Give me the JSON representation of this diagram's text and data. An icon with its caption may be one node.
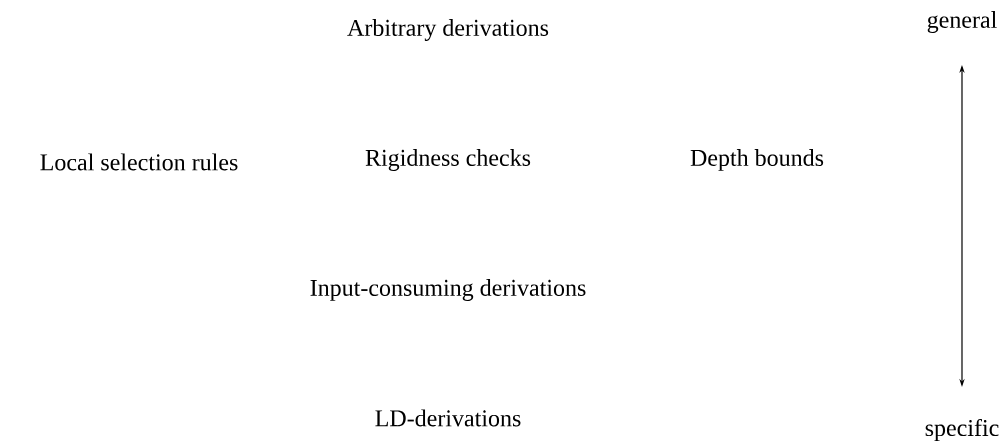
{
  "diagram": {
    "nodes": [
      {
        "text": [
          "Arbitrary derivations"
        ]
      },
      {
        "text": [
          "general"
        ]
      },
      {
        "text": [
          "Local selection rules"
        ]
      },
      {
        "text": [
          "Rigidness checks"
        ]
      },
      {
        "text": [
          "Depth bounds"
        ]
      },
      {
        "text": [
          "Input-consuming derivations"
        ]
      },
      {
        "text": [
          "LD-derivations"
        ]
      },
      {
        "text": [
          "specific"
        ]
      }
    ],
    "edges": [
      {
        "from": 1,
        "to": 7,
        "arrow": "both"
      }
    ]
  }
}
